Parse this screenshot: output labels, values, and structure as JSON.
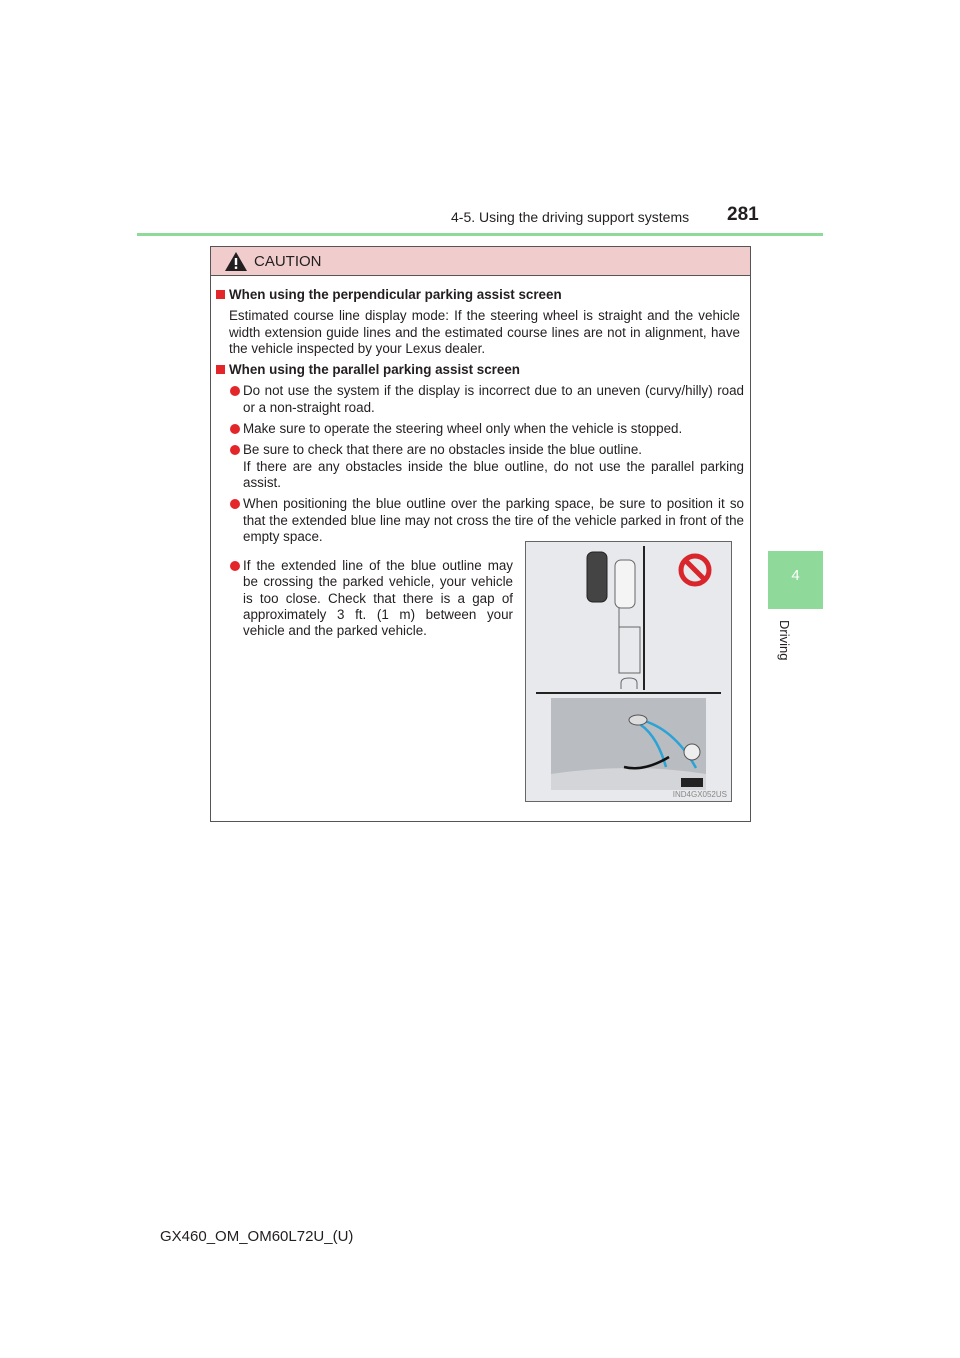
{
  "header": {
    "section": "4-5. Using the driving support systems",
    "page_number": "281"
  },
  "side_tab": {
    "number": "4",
    "label": "Driving"
  },
  "caution": {
    "title": "CAUTION",
    "sections": [
      {
        "heading": "When using the perpendicular parking assist screen",
        "text": "Estimated course line display mode: If the steering wheel is straight and the vehicle width extension guide lines and the estimated course lines are not in alignment, have the vehicle inspected by your Lexus dealer."
      },
      {
        "heading": "When using the parallel parking assist screen",
        "bullets": [
          "Do not use the system if the display is incorrect due to an uneven (curvy/hilly) road or a non-straight road.",
          "Make sure to operate the steering wheel only when the vehicle is stopped.",
          "Be sure to check that there are no obstacles inside the blue outline.",
          "If there are any obstacles inside the blue outline, do not use the parallel parking assist.",
          "When positioning the blue outline over the parking space, be sure to position it so that the extended blue line may not cross the tire of the vehicle parked in front of the empty space.",
          "If the extended line of the blue outline may be crossing the parked vehicle, your vehicle is too close. Check that there is a gap of approximately 3 ft. (1 m) between your vehicle and the parked vehicle."
        ]
      }
    ],
    "figure_code": "IND4GX052US"
  },
  "footer": "GX460_OM_OM60L72U_(U)"
}
